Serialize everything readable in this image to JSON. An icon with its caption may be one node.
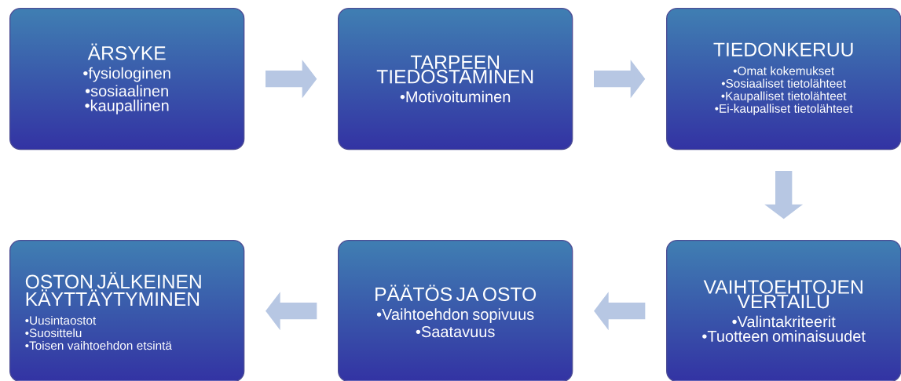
{
  "diagram": {
    "nodes": [
      {
        "text": [
          "ÄRSYKE",
          "•fysiologinen",
          "•sosiaalinen",
          "•kaupallinen"
        ]
      },
      {
        "text": [
          "TARPEEN TIEDOSTAMINEN",
          "•Motivoituminen"
        ]
      },
      {
        "text": [
          "TIEDONKERUU",
          "•Omat kokemukset",
          "•Sosiaaliset tietolähteet",
          "•Kaupalliset tietolähteet",
          "•Ei-kaupalliset tietolähteet"
        ]
      },
      {
        "text": [
          "VAIHTOEHTOJEN VERTAILU",
          "•Valintakriteerit",
          "•Tuotteen ominaisuudet"
        ]
      },
      {
        "text": [
          "PÄÄTÖS JA OSTO",
          "•Vaihtoehdon sopivuus",
          "•Saatavuus"
        ]
      },
      {
        "text": [
          "OSTON JÄLKEINEN KÄYTTÄYTYMINEN",
          "•Uusintaostot",
          "•Suosittelu",
          "•Toisen vaihtoehdon etsintä"
        ]
      }
    ],
    "edges": [
      {
        "from": 0,
        "to": 1,
        "arrow": "to"
      },
      {
        "from": 1,
        "to": 2,
        "arrow": "to"
      },
      {
        "from": 2,
        "to": 3,
        "arrow": "to"
      },
      {
        "from": 3,
        "to": 4,
        "arrow": "to"
      },
      {
        "from": 4,
        "to": 5,
        "arrow": "to"
      }
    ]
  }
}
